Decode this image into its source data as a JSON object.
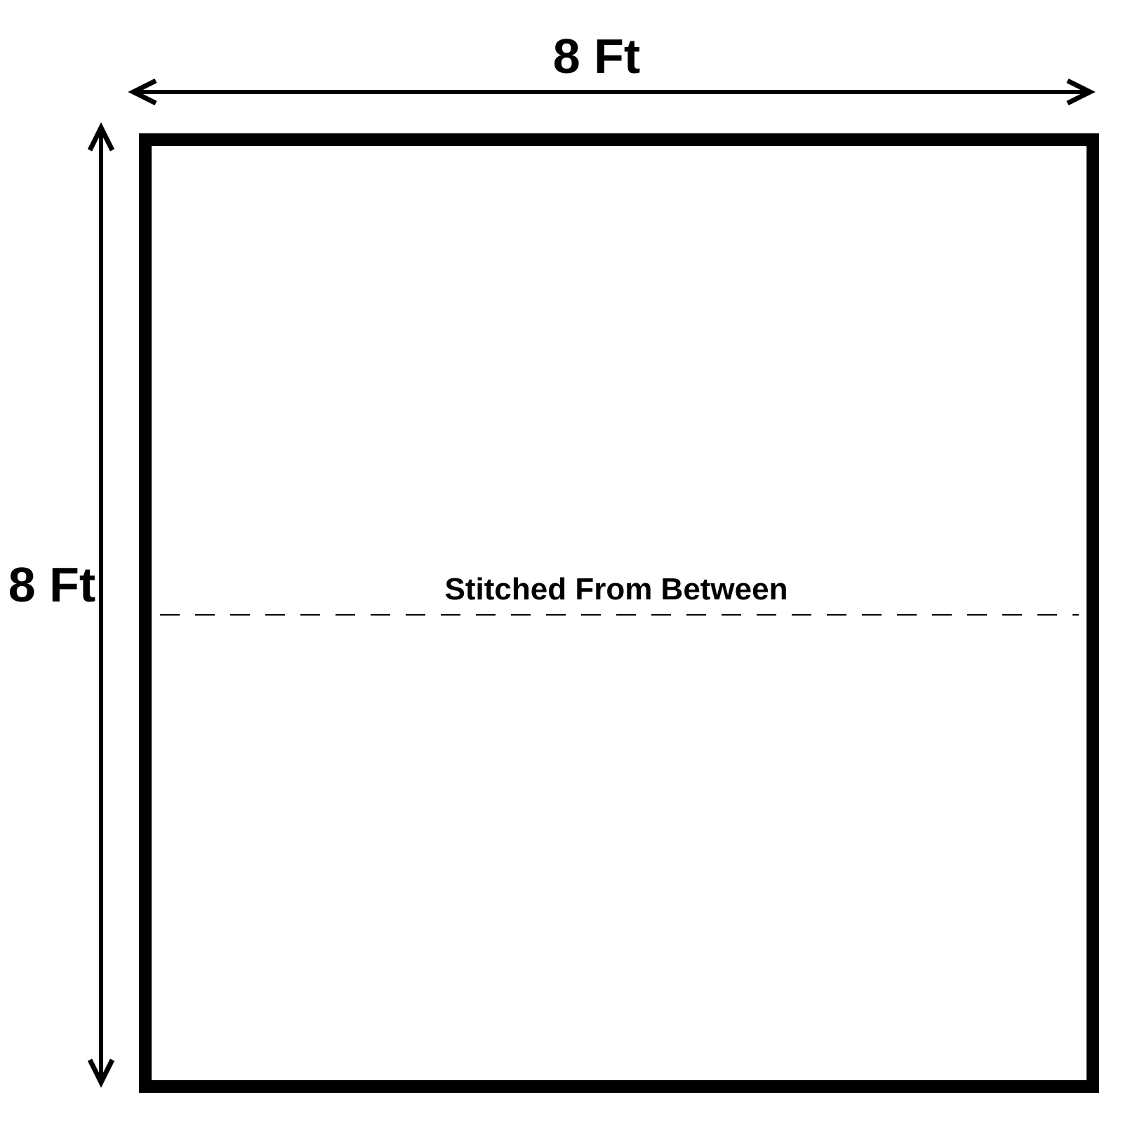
{
  "diagram": {
    "width_label": "8 Ft",
    "height_label": "8 Ft",
    "seam_label": "Stitched From Between",
    "stroke_color": "#000000",
    "background_color": "#ffffff"
  }
}
